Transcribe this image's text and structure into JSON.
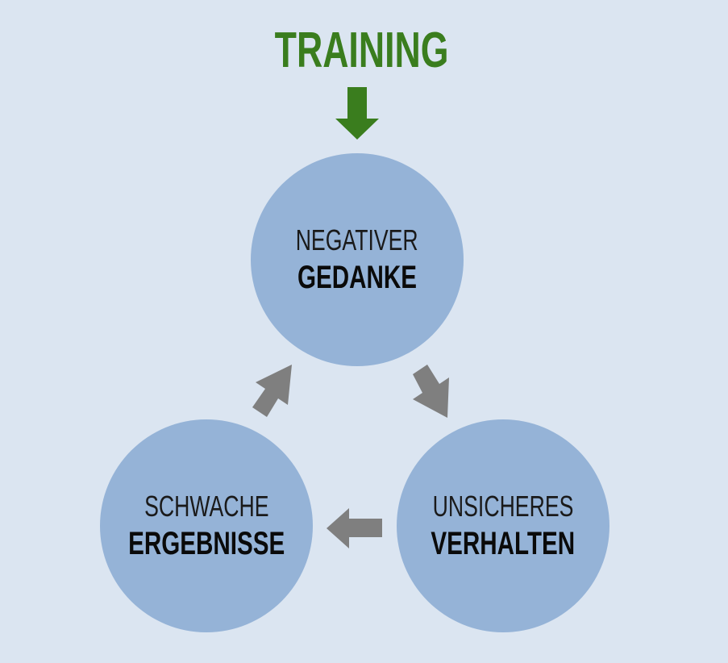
{
  "diagram": {
    "title": "TRAINING",
    "nodes": {
      "top": {
        "line1": "NEGATIVER",
        "line2": "GEDANKE"
      },
      "right": {
        "line1": "UNSICHERES",
        "line2": "VERHALTEN"
      },
      "left": {
        "line1": "SCHWACHE",
        "line2": "ERGEBNISSE"
      }
    }
  },
  "colors": {
    "background": "#dbe5f1",
    "circle": "#95b3d7",
    "training_green": "#3a7d1e",
    "cycle_arrow": "#7f7f7f",
    "text": "#111111"
  },
  "icons": {
    "training_arrow": "down-arrow-icon",
    "cycle_arrows": [
      "arrow-down-right-icon",
      "arrow-left-icon",
      "arrow-up-right-icon"
    ]
  }
}
